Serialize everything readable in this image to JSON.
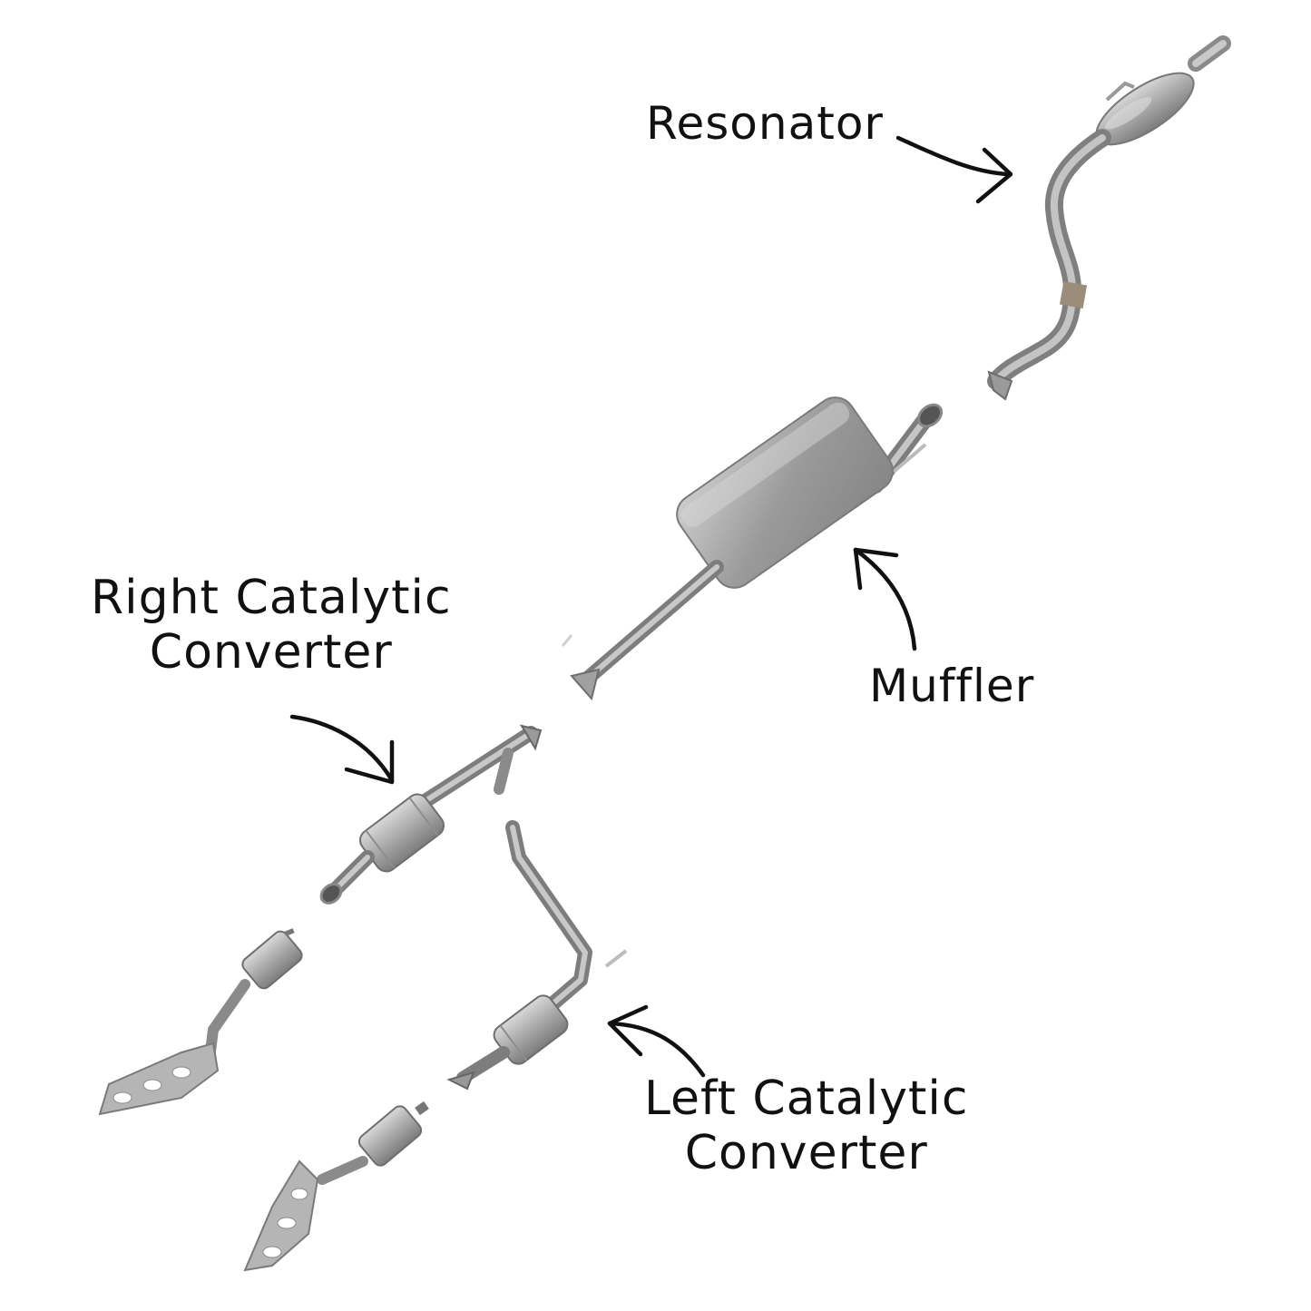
{
  "labels": {
    "resonator": "Resonator",
    "muffler": "Muffler",
    "right_catalytic_converter": [
      "Right Catalytic",
      "Converter"
    ],
    "left_catalytic_converter": [
      "Left Catalytic",
      "Converter"
    ]
  }
}
